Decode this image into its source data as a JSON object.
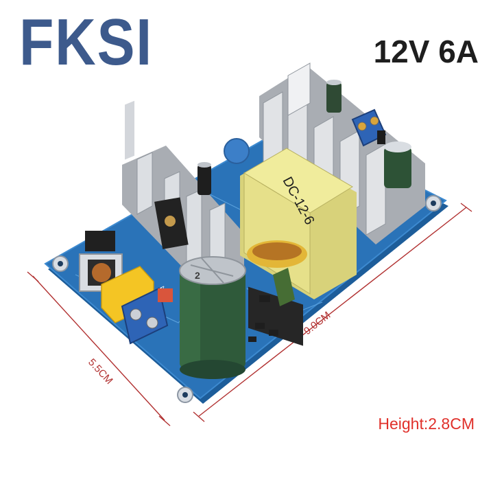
{
  "brand": "FKSI",
  "spec": "12V 6A",
  "height_label": "Height:2.8CM",
  "dimension_width": "9.0CM",
  "dimension_depth": "5.5CM",
  "transformer_label": "DC-12-6",
  "capacitor_mark": "2",
  "colors": {
    "brand": "#3d5a8c",
    "pcb": "#2a73b8",
    "heatsink": "#c9ccd1",
    "transformer": "#f0ec9c",
    "capacitor": "#2f5a3a",
    "terminal": "#2e64b6",
    "dimension_lines": "#b13030"
  }
}
